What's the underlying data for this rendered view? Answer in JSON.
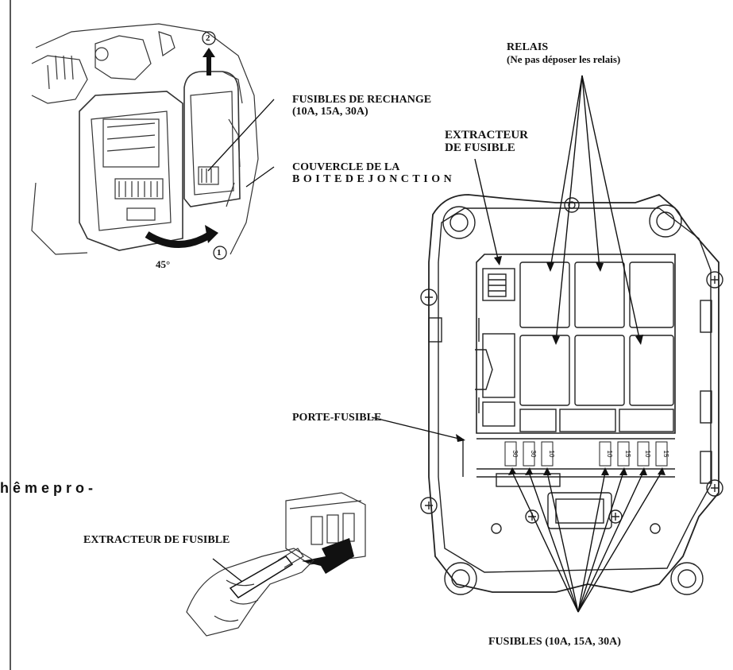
{
  "labels": {
    "relais_title": "RELAIS",
    "relais_note": "(Ne pas déposer les relais)",
    "fusibles_rechange_1": "FUSIBLES DE RECHANGE",
    "fusibles_rechange_2": "(10A, 15A, 30A)",
    "extracteur_1": "EXTRACTEUR",
    "extracteur_2": "DE FUSIBLE",
    "couvercle_1": "COUVERCLE DE LA",
    "couvercle_2": "BOITEDEJONCTION",
    "porte_fusible": "PORTE-FUSIBLE",
    "extracteur_bottom": "EXTRACTEUR DE FUSIBLE",
    "fusibles_bottom": "FUSIBLES (10A, 15A, 30A)",
    "angle": "45°",
    "step_1": "1",
    "step_2": "2",
    "side_fragment": "hêmepro-"
  },
  "fuse_ratings": [
    "30",
    "30",
    "10",
    "10",
    "15",
    "10",
    "15"
  ]
}
